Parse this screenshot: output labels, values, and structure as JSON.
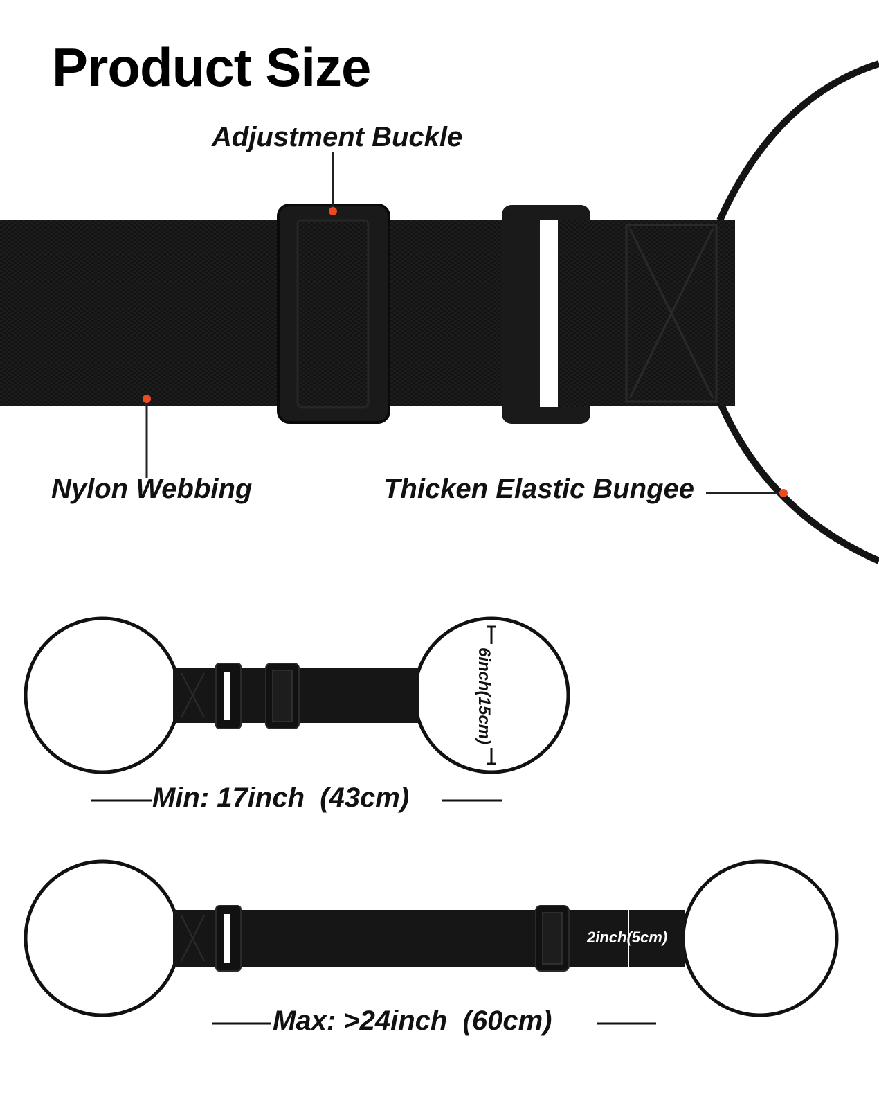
{
  "title": "Product Size",
  "callouts": {
    "buckle": "Adjustment Buckle",
    "webbing": "Nylon Webbing",
    "bungee": "Thicken Elastic Bungee"
  },
  "dimensions": {
    "loop_diameter": "6inch(15cm)",
    "min_length": "Min: 17inch  (43cm)",
    "max_length": "Max: >24inch  (60cm)",
    "strap_width": "2inch(5cm)"
  },
  "colors": {
    "strap": "#151515",
    "callout_dot": "#ee4a20",
    "text": "#111111"
  }
}
